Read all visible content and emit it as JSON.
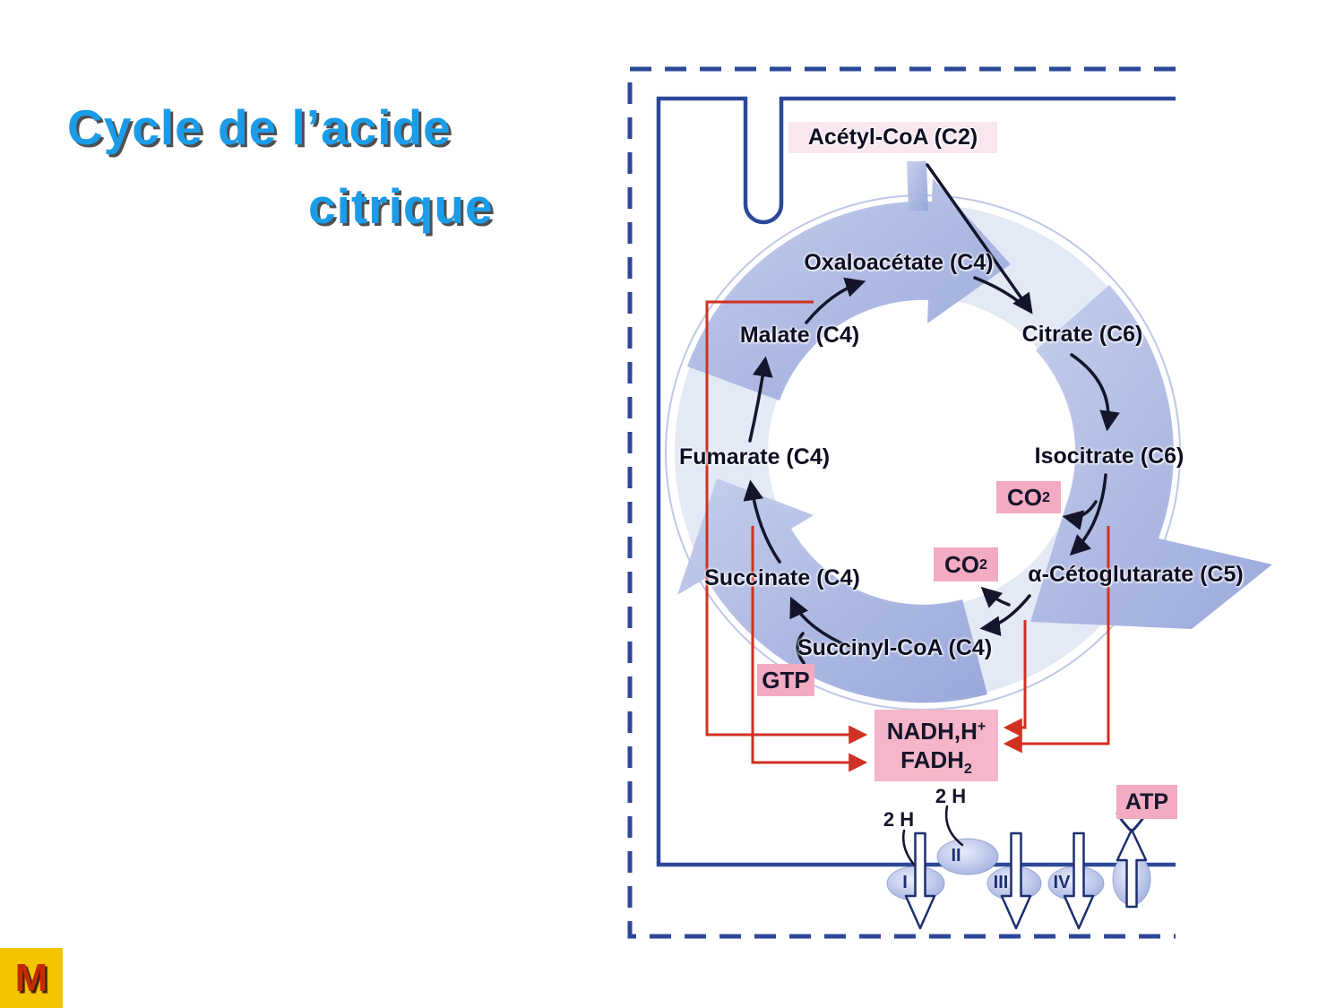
{
  "slide": {
    "title_line1": "Cycle de l’acide",
    "title_line2": "citrique"
  },
  "logo": {
    "letter": "M"
  },
  "colors": {
    "title_blue": "#1B9CE8",
    "membrane_navy": "#2B4899",
    "band_periwinkle": "#AAB5E2",
    "label_pink": "#F2ABC1",
    "red_line": "#CF3122",
    "logo_yellow": "#F5C400",
    "logo_red": "#C22B00"
  },
  "cycle": {
    "metabolites": [
      {
        "label": "Acétyl-CoA (C2)"
      },
      {
        "label": "Oxaloacétate (C4)"
      },
      {
        "label": "Citrate (C6)"
      },
      {
        "label": "Isocitrate (C6)"
      },
      {
        "label": "α-Cétoglutarate (C5)"
      },
      {
        "label": "Succinyl-CoA (C4)"
      },
      {
        "label": "Succinate (C4)"
      },
      {
        "label": "Fumarate (C4)"
      },
      {
        "label": "Malate (C4)"
      }
    ],
    "co2": {
      "main": "CO",
      "sub": "2"
    },
    "gtp": "GTP",
    "nadh": {
      "main": "NADH,H",
      "sup": "+"
    },
    "fadh": {
      "main": "FADH",
      "sub": "2"
    },
    "atp": "ATP",
    "two_h": "2 H",
    "complexes": [
      "I",
      "II",
      "III",
      "IV"
    ]
  }
}
